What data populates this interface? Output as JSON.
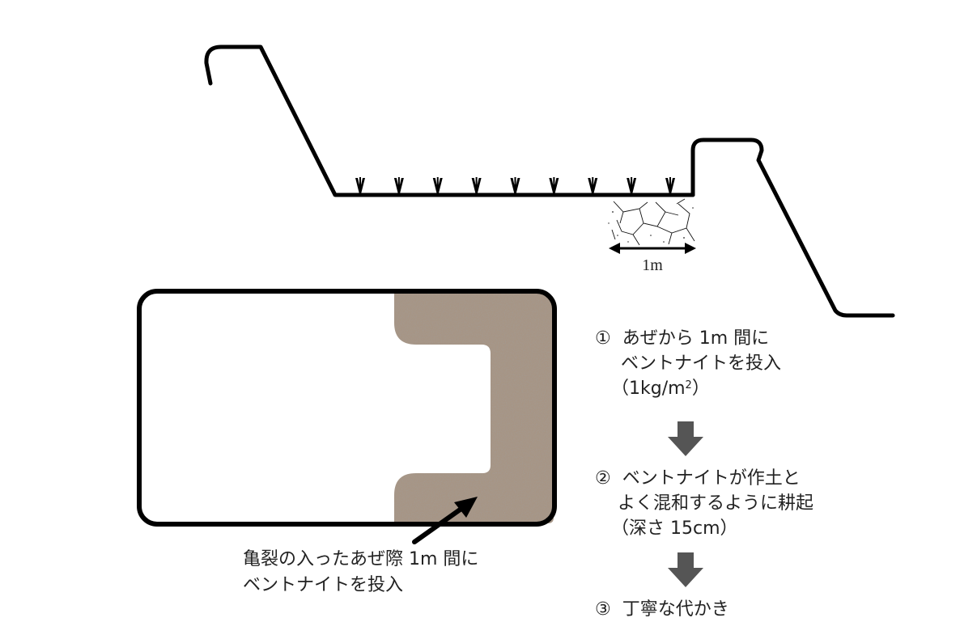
{
  "cross_section": {
    "width_label": "1m",
    "seedling_count": 9
  },
  "plan_caption": {
    "line1": "亀裂の入ったあぜ際 1m 間に",
    "line2": "ベントナイトを投入"
  },
  "steps": [
    {
      "marker": "①",
      "line1": "あぜから 1m 間に",
      "line2": "ベントナイトを投入",
      "line3_pre": "（1kg/m",
      "line3_sup": "2",
      "line3_post": "）"
    },
    {
      "marker": "②",
      "line1": "ベントナイトが作土と",
      "line2": "よく混和するように耕起",
      "line3": "（深さ 15cm）"
    },
    {
      "marker": "③",
      "line1": "丁寧な代かき"
    }
  ],
  "colors": {
    "outline": "#000000",
    "arrow": "#555555",
    "bentonite_base": "#a69585"
  }
}
